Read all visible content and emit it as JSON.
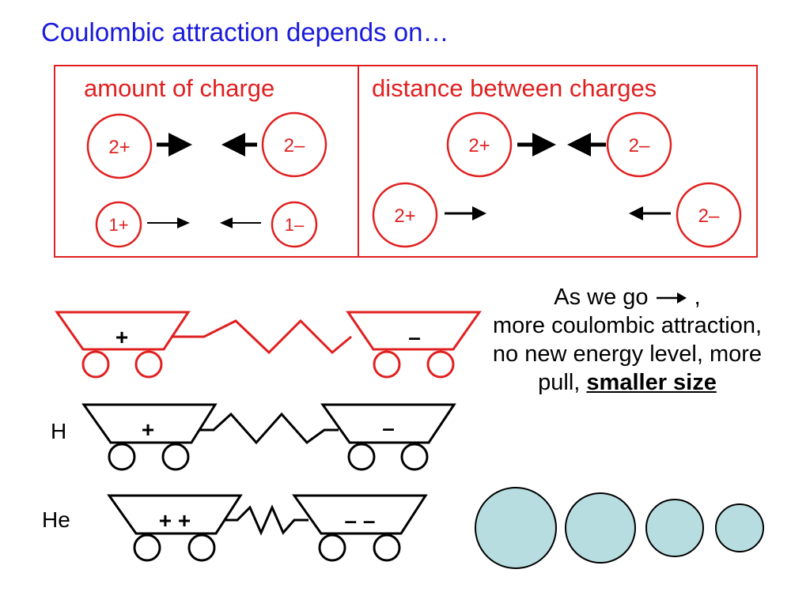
{
  "title": "Coulombic attraction depends on…",
  "panels": {
    "left_heading": "amount of charge",
    "right_heading": "distance between charges",
    "charges": {
      "big_pos": "2+",
      "big_neg": "2–",
      "small_pos": "1+",
      "small_neg": "1–"
    }
  },
  "carts": {
    "top_plus": "+",
    "top_minus": "–",
    "h_label": "H",
    "h_plus": "+",
    "h_minus": "–",
    "he_label": "He",
    "he_plus": "+ +",
    "he_minus": "– –"
  },
  "caption": {
    "line1_a": "As we go",
    "line1_b": ",",
    "body": "more coulombic attraction, no new energy level, more pull,",
    "emphasis": "smaller size"
  },
  "colors": {
    "title": "#1a1adb",
    "accent_red": "#e02020",
    "atom_fill": "#b7dde1",
    "ink": "#000000"
  }
}
